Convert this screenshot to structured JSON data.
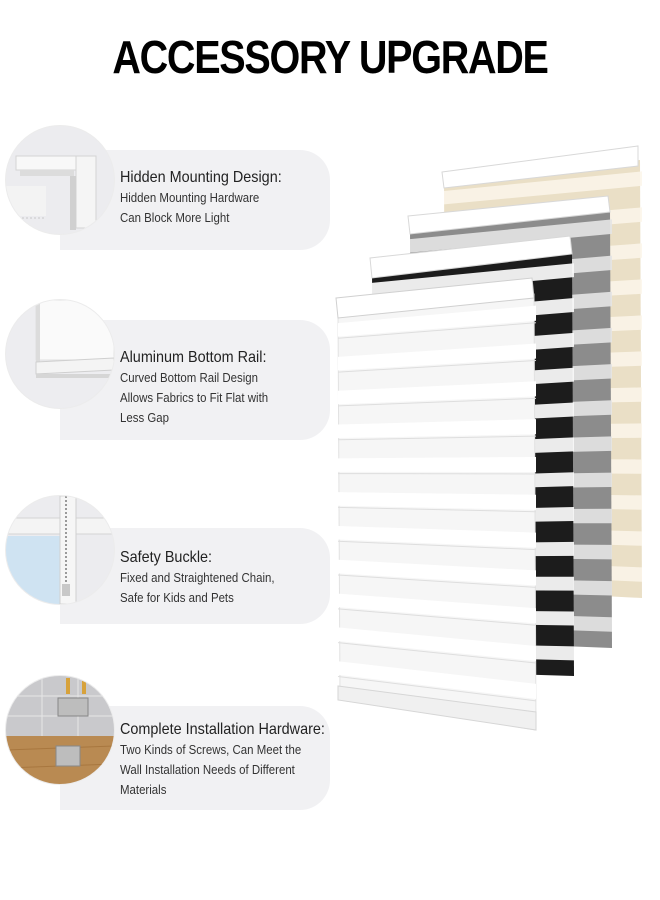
{
  "title": "ACCESSORY UPGRADE",
  "features": [
    {
      "heading": "Hidden Mounting Design:",
      "lines": [
        "Hidden Mounting Hardware",
        "Can Block More Light"
      ],
      "icon": "mounting-bracket-detail-icon"
    },
    {
      "heading": "Aluminum Bottom Rail:",
      "lines": [
        "Curved Bottom Rail Design",
        "Allows Fabrics to Fit Flat with",
        "Less Gap"
      ],
      "icon": "bottom-rail-detail-icon"
    },
    {
      "heading": "Safety Buckle:",
      "lines": [
        "Fixed and Straightened Chain,",
        "Safe for Kids and Pets"
      ],
      "icon": "chain-buckle-detail-icon"
    },
    {
      "heading": "Complete Installation Hardware:",
      "lines": [
        "Two Kinds of Screws, Can Meet the",
        "Wall Installation Needs of Different",
        "Materials"
      ],
      "icon": "screws-hardware-detail-icon"
    }
  ],
  "blind_colors": [
    "#e8dcc4",
    "#8a8a8a",
    "#1a1a1a",
    "#fafafa"
  ]
}
